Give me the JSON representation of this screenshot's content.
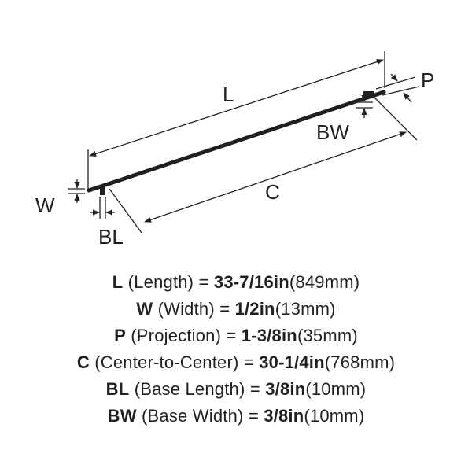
{
  "diagram": {
    "labels": {
      "length": "L",
      "width": "W",
      "projection": "P",
      "center_to_center": "C",
      "base_length": "BL",
      "base_width": "BW"
    }
  },
  "specs": [
    {
      "code": "L",
      "desc": " (Length) = ",
      "value": "33-7/16in",
      "metric": "(849mm)"
    },
    {
      "code": "W",
      "desc": " (Width) = ",
      "value": "1/2in",
      "metric": "(13mm)"
    },
    {
      "code": "P",
      "desc": " (Projection) = ",
      "value": "1-3/8in",
      "metric": "(35mm)"
    },
    {
      "code": "C",
      "desc": " (Center-to-Center) = ",
      "value": "30-1/4in",
      "metric": "(768mm)"
    },
    {
      "code": "BL",
      "desc": " (Base Length) = ",
      "value": "3/8in",
      "metric": "(10mm)"
    },
    {
      "code": "BW",
      "desc": " (Base Width) = ",
      "value": "3/8in",
      "metric": "(10mm)"
    }
  ]
}
